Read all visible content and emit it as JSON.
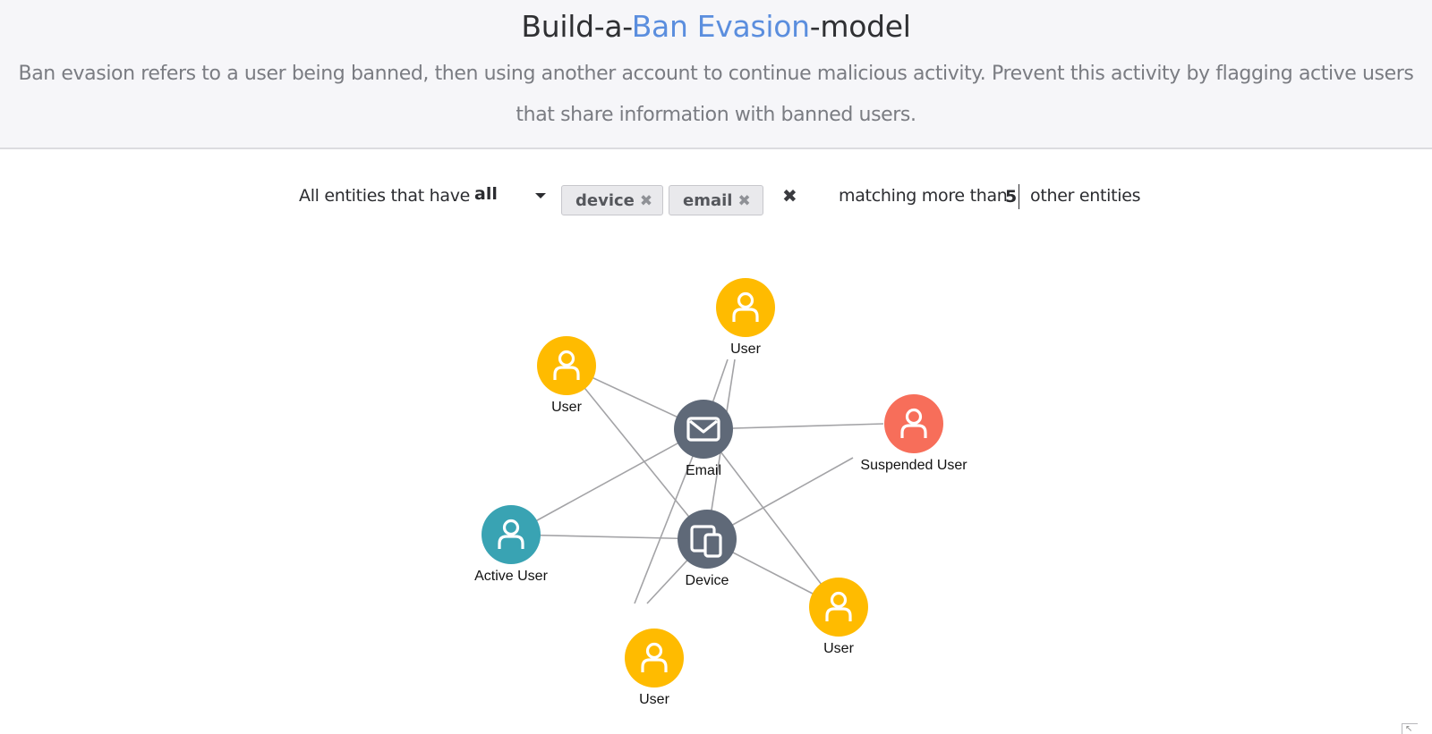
{
  "header": {
    "title_prefix": "Build-a-",
    "title_accent": "Ban Evasion",
    "title_suffix": "-model",
    "description": "Ban evasion refers to a user being banned, then using another account to continue malicious activity. Prevent this activity by flagging active users that share information with banned users."
  },
  "filter": {
    "prefix_label": "All entities that have",
    "match_mode": "all",
    "tags": [
      {
        "label": "device",
        "remove_glyph": "✖"
      },
      {
        "label": "email",
        "remove_glyph": "✖"
      }
    ],
    "clear_glyph": "✖",
    "matching_label": "matching more than",
    "threshold": "5",
    "suffix_label": "other entities"
  },
  "graph": {
    "nodes": [
      {
        "id": "email",
        "label": "Email",
        "kind": "email-hub",
        "color": "#5f6978",
        "icon": "envelope-icon"
      },
      {
        "id": "device",
        "label": "Device",
        "kind": "device-hub",
        "color": "#5f6978",
        "icon": "devices-icon"
      },
      {
        "id": "user_top",
        "label": "User",
        "kind": "user",
        "color": "#ffbb00",
        "icon": "user-icon"
      },
      {
        "id": "user_left",
        "label": "User",
        "kind": "user",
        "color": "#ffbb00",
        "icon": "user-icon"
      },
      {
        "id": "suspended",
        "label": "Suspended User",
        "kind": "suspended-user",
        "color": "#f76e5a",
        "icon": "user-icon"
      },
      {
        "id": "active",
        "label": "Active User",
        "kind": "active-user",
        "color": "#39a3b3",
        "icon": "user-icon"
      },
      {
        "id": "user_bottom_right",
        "label": "User",
        "kind": "user",
        "color": "#ffbb00",
        "icon": "user-icon"
      },
      {
        "id": "user_bottom",
        "label": "User",
        "kind": "user",
        "color": "#ffbb00",
        "icon": "user-icon"
      }
    ],
    "edges": [
      [
        "email",
        "user_top"
      ],
      [
        "device",
        "user_top"
      ],
      [
        "email",
        "user_left"
      ],
      [
        "device",
        "user_left"
      ],
      [
        "email",
        "suspended"
      ],
      [
        "device",
        "suspended"
      ],
      [
        "email",
        "active"
      ],
      [
        "device",
        "active"
      ],
      [
        "email",
        "user_bottom_right"
      ],
      [
        "device",
        "user_bottom_right"
      ],
      [
        "email",
        "user_bottom"
      ],
      [
        "device",
        "user_bottom"
      ]
    ],
    "edge_color": "#a3a3a6",
    "icon_color": "#ffffff"
  }
}
